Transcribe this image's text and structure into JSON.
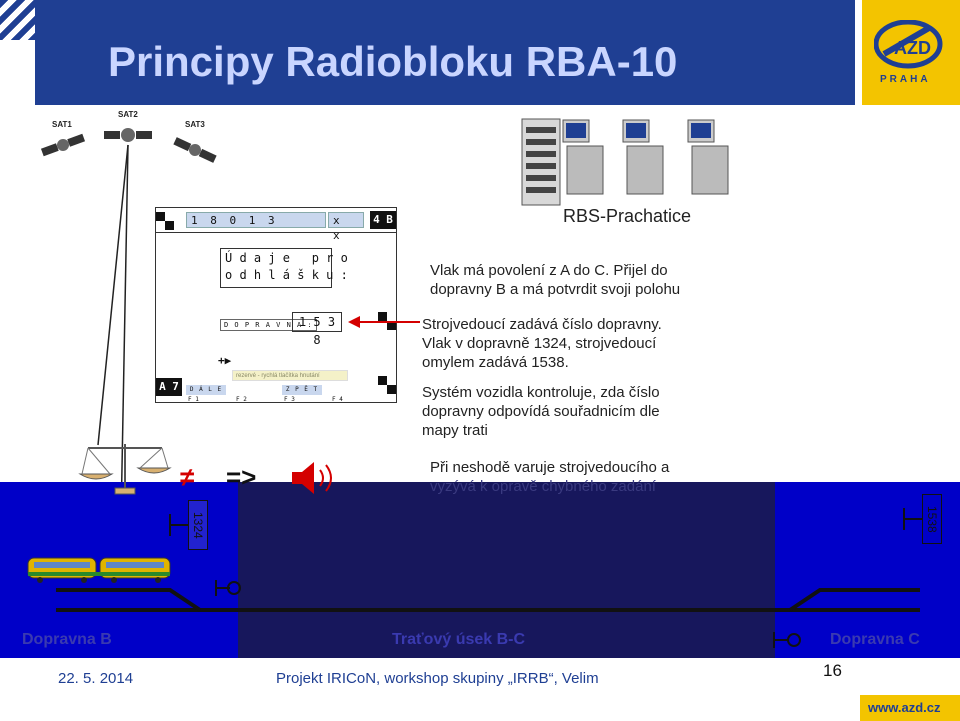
{
  "header": {
    "title": "Principy Radiobloku RBA-10",
    "logo_text": "AŽD",
    "logo_city": "PRAHA"
  },
  "satellites": [
    "SAT1",
    "SAT2",
    "SAT3"
  ],
  "server_label": "RBS-Prachatice",
  "panel": {
    "train_number": "1 8 0 1 3",
    "xx": "x x",
    "track_code": "4 B",
    "info_line1": "Ú d a j e   p r o",
    "info_line2": "o d h l á š k u :",
    "dopravna_label": "D O P R A V N A :",
    "dopravna_value": "1 5 3 8",
    "reserve_text": "rezervé - rychlá tlačítka hnutání",
    "plus_arrow": "+▶",
    "side_code": "A 7",
    "softkeys": [
      "D Á L E",
      "Z P Ě T"
    ],
    "fkeys": [
      "F 1",
      "F 2",
      "F 3",
      "F 4"
    ]
  },
  "text_blocks": [
    [
      "Vlak má povolení z A do C. Přijel do",
      "dopravny B a má potvrdit svoji polohu"
    ],
    [
      "Strojvedoucí zadává číslo dopravny.",
      "Vlak v dopravně 1324, strojvedoucí",
      "omylem zadává 1538."
    ],
    [
      "Systém vozidla kontroluje, zda číslo",
      "dopravny odpovídá souřadnicím dle",
      "mapy trati"
    ],
    [
      "Při neshodě varuje strojvedoucího a",
      "vyzývá k opravě chybného zadání"
    ]
  ],
  "symbols": {
    "not_equal": "≠",
    "implies": "=>"
  },
  "track": {
    "sign_left": "1324",
    "sign_right": "1538",
    "station_b": "Dopravna B",
    "section": "Traťový úsek B-C",
    "station_c": "Dopravna C"
  },
  "footer": {
    "date": "22. 5. 2014",
    "project": "Projekt IRICoN, workshop skupiny „IRRB“, Velim",
    "slide_number": "16",
    "url": "www.azd.cz"
  },
  "colors": {
    "brand_blue": "#1f3f93",
    "brand_yellow": "#f3c400",
    "track_blue": "#0000c8",
    "alert_red": "#d40000"
  }
}
